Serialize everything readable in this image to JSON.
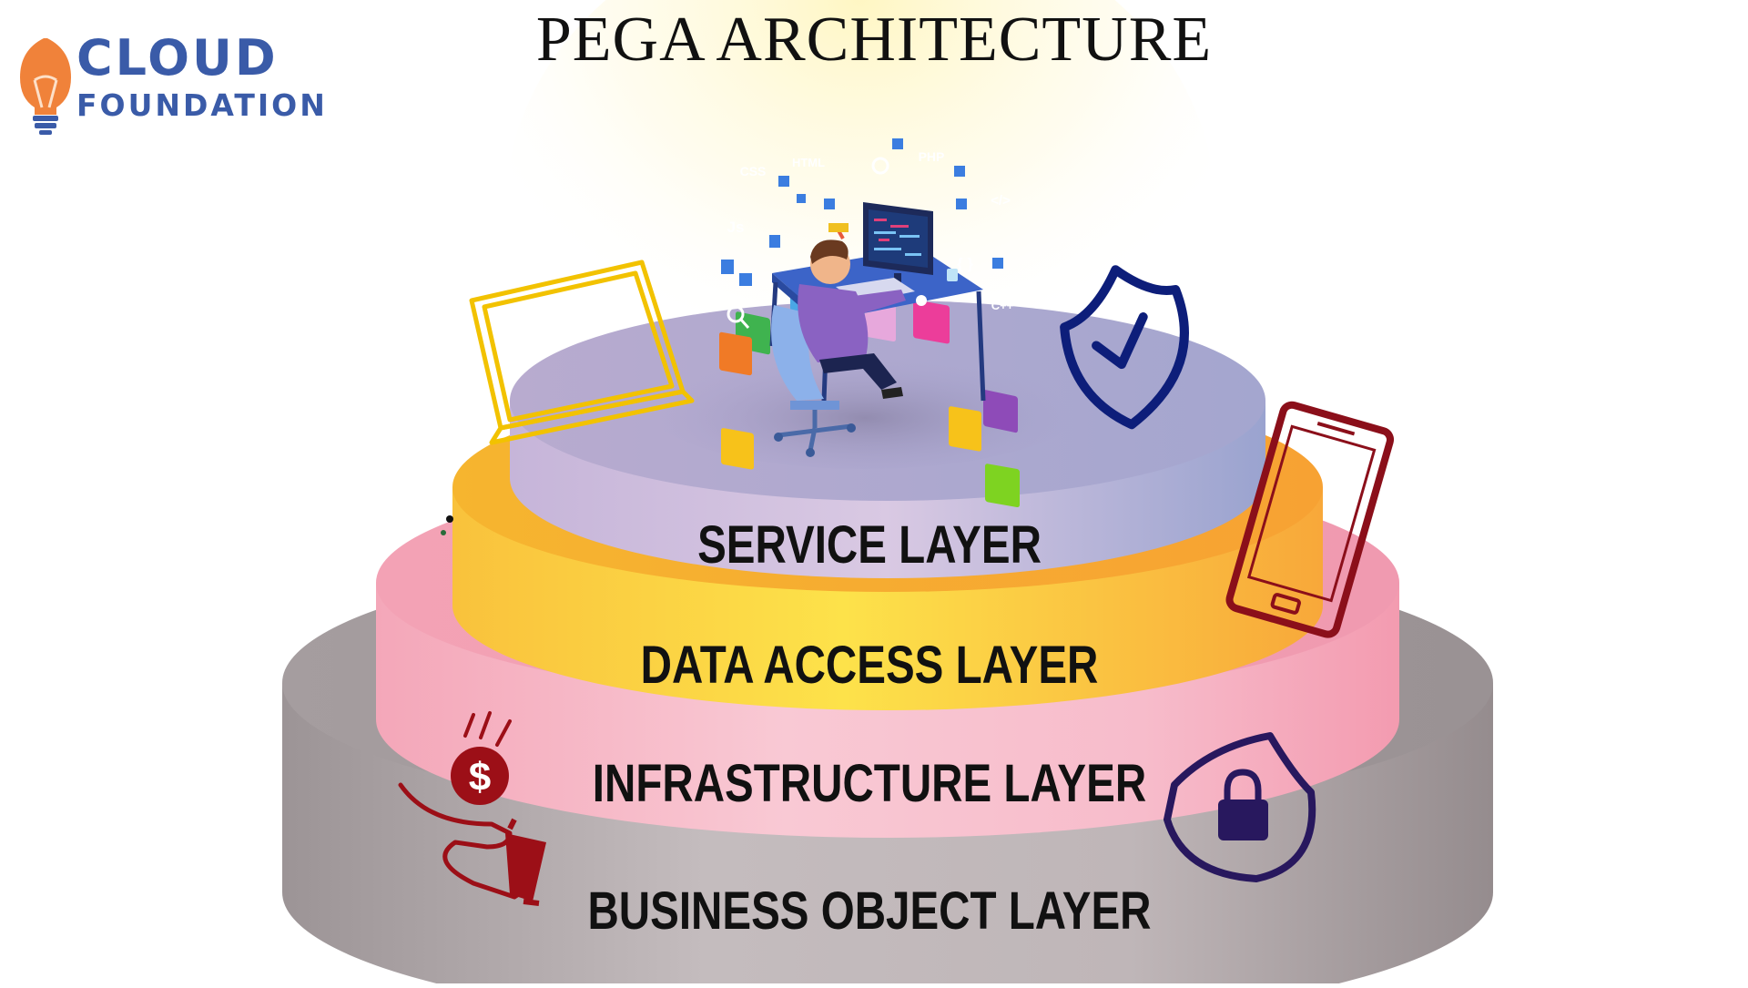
{
  "title": "PEGA ARCHITECTURE",
  "logo": {
    "line1": "CLOUD",
    "line2": "FOUNDATION",
    "color": "#3a5ba8",
    "bulb_color": "#f0823a"
  },
  "layers": [
    {
      "label": "SERVICE LAYER",
      "color": "#a9a4d0"
    },
    {
      "label": "DATA ACCESS LAYER",
      "color": "#f9c23c"
    },
    {
      "label": "INFRASTRUCTURE LAYER",
      "color": "#f6b3c3"
    },
    {
      "label": "BUSINESS OBJECT LAYER",
      "color": "#b7adb0"
    }
  ],
  "icons": {
    "laptop": {
      "name": "laptop-icon",
      "color": "#f2c200"
    },
    "shield": {
      "name": "shield-check-icon",
      "color": "#0d1e7a"
    },
    "phone": {
      "name": "smartphone-icon",
      "color": "#8b0f1a"
    },
    "money": {
      "name": "hand-money-icon",
      "color": "#9c0f17",
      "symbol": "$"
    },
    "lock": {
      "name": "shield-lock-icon",
      "color": "#28185e"
    }
  },
  "tech_badges": [
    "CSS",
    "HTML",
    "PHP",
    "</>",
    "Js",
    "{ }",
    "C++"
  ]
}
